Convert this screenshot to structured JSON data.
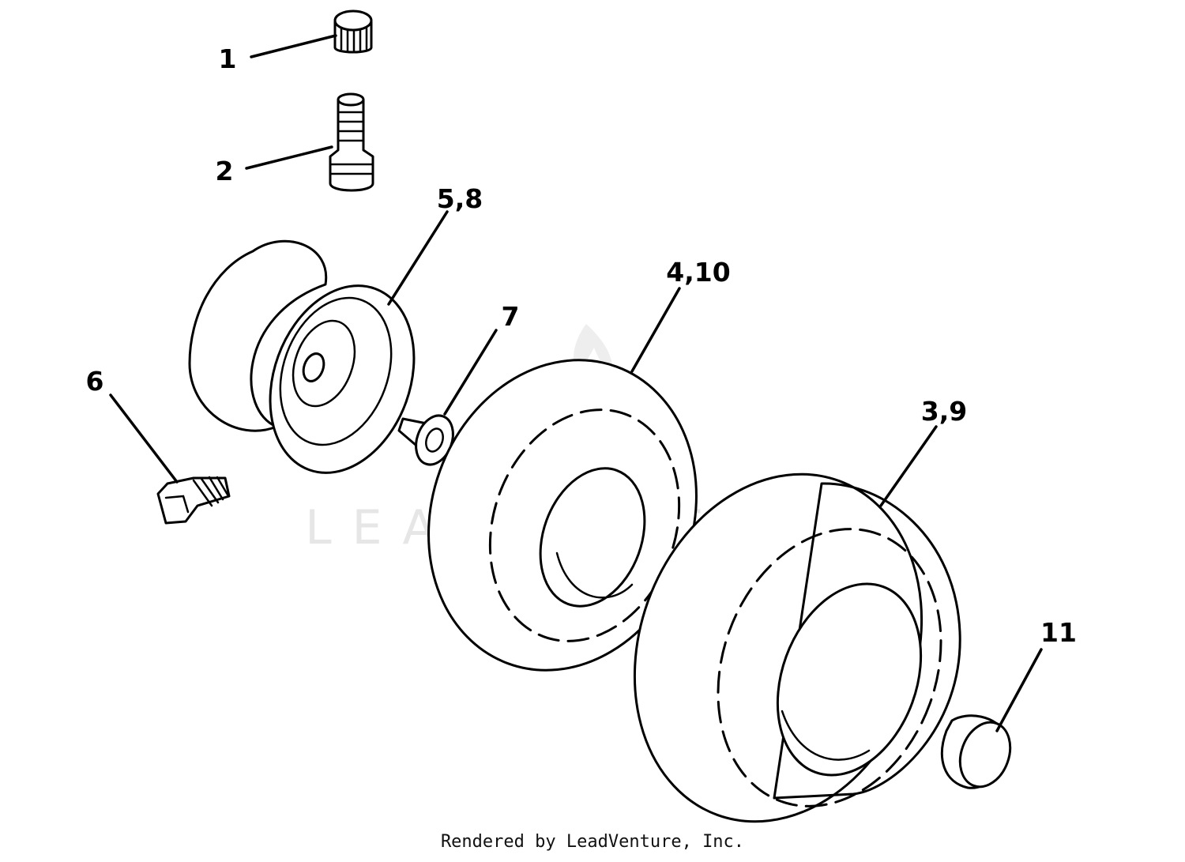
{
  "diagram": {
    "callouts": [
      {
        "id": "c1",
        "label": "1"
      },
      {
        "id": "c2",
        "label": "2"
      },
      {
        "id": "c58",
        "label": "5,8"
      },
      {
        "id": "c410",
        "label": "4,10"
      },
      {
        "id": "c7",
        "label": "7"
      },
      {
        "id": "c6",
        "label": "6"
      },
      {
        "id": "c39",
        "label": "3,9"
      },
      {
        "id": "c11",
        "label": "11"
      }
    ],
    "parts": [
      {
        "callout": "1",
        "icon": "valve-cap-icon"
      },
      {
        "callout": "2",
        "icon": "valve-stem-icon"
      },
      {
        "callout": "5,8",
        "icon": "wheel-rim-icon"
      },
      {
        "callout": "7",
        "icon": "bushing-icon"
      },
      {
        "callout": "6",
        "icon": "bolt-icon"
      },
      {
        "callout": "4,10",
        "icon": "inner-tire-icon"
      },
      {
        "callout": "3,9",
        "icon": "tire-icon"
      },
      {
        "callout": "11",
        "icon": "cap-icon"
      }
    ]
  },
  "watermark": {
    "text": "LEADVENTURE",
    "color": "#e6e6e6"
  },
  "footer": {
    "credit": "Rendered by LeadVenture, Inc."
  },
  "colors": {
    "ink": "#000000",
    "background": "#ffffff"
  }
}
